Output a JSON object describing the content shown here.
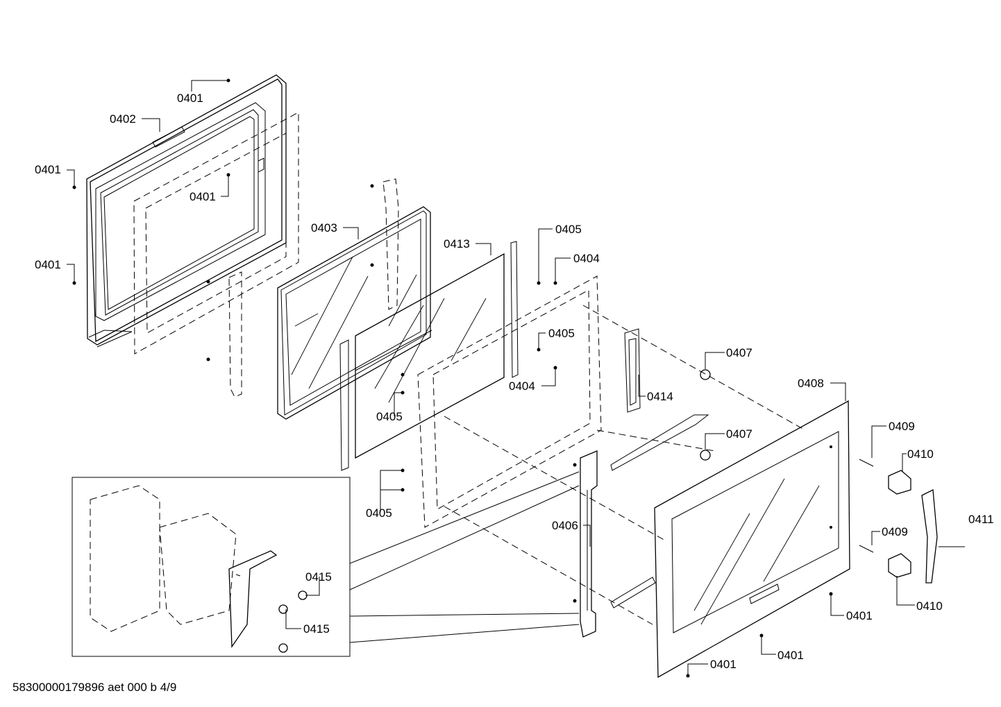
{
  "document": {
    "id": "58300000179896 aet 000 b 4/9"
  },
  "callouts": [
    {
      "id": "c1",
      "text": "0401"
    },
    {
      "id": "c2",
      "text": "0402"
    },
    {
      "id": "c3",
      "text": "0401"
    },
    {
      "id": "c4",
      "text": "0401"
    },
    {
      "id": "c5",
      "text": "0401"
    },
    {
      "id": "c6",
      "text": "0403"
    },
    {
      "id": "c7",
      "text": "0413"
    },
    {
      "id": "c8",
      "text": "0405"
    },
    {
      "id": "c9",
      "text": "0404"
    },
    {
      "id": "c10",
      "text": "0405"
    },
    {
      "id": "c11",
      "text": "0404"
    },
    {
      "id": "c12",
      "text": "0414"
    },
    {
      "id": "c13",
      "text": "0405"
    },
    {
      "id": "c14",
      "text": "0405"
    },
    {
      "id": "c15",
      "text": "0407"
    },
    {
      "id": "c16",
      "text": "0407"
    },
    {
      "id": "c17",
      "text": "0408"
    },
    {
      "id": "c18",
      "text": "0409"
    },
    {
      "id": "c19",
      "text": "0410"
    },
    {
      "id": "c20",
      "text": "0411"
    },
    {
      "id": "c21",
      "text": "0409"
    },
    {
      "id": "c22",
      "text": "0410"
    },
    {
      "id": "c23",
      "text": "0406"
    },
    {
      "id": "c24",
      "text": "0415"
    },
    {
      "id": "c25",
      "text": "0415"
    },
    {
      "id": "c26",
      "text": "0401"
    },
    {
      "id": "c27",
      "text": "0401"
    },
    {
      "id": "c28",
      "text": "0401"
    }
  ]
}
